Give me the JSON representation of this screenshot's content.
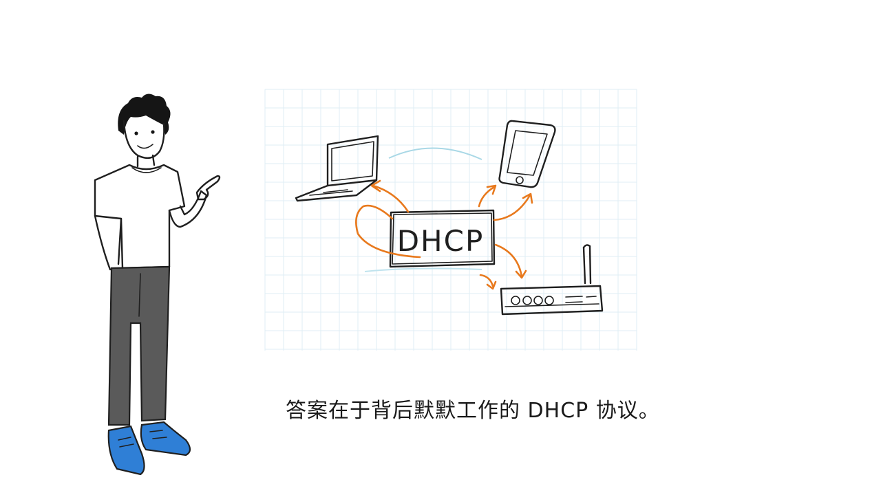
{
  "diagram": {
    "center_label": "DHCP",
    "devices": [
      {
        "name": "laptop-icon"
      },
      {
        "name": "smartphone-icon"
      },
      {
        "name": "router-icon"
      }
    ],
    "colors": {
      "ink": "#1f1f1f",
      "arrow": "#e8791d",
      "grid": "#dfeef4",
      "shoe": "#2f7fd6",
      "pants": "#5a5a5a"
    }
  },
  "character": {
    "name": "presenter-character"
  },
  "caption": {
    "text": "答案在于背后默默工作的 DHCP 协议。"
  }
}
